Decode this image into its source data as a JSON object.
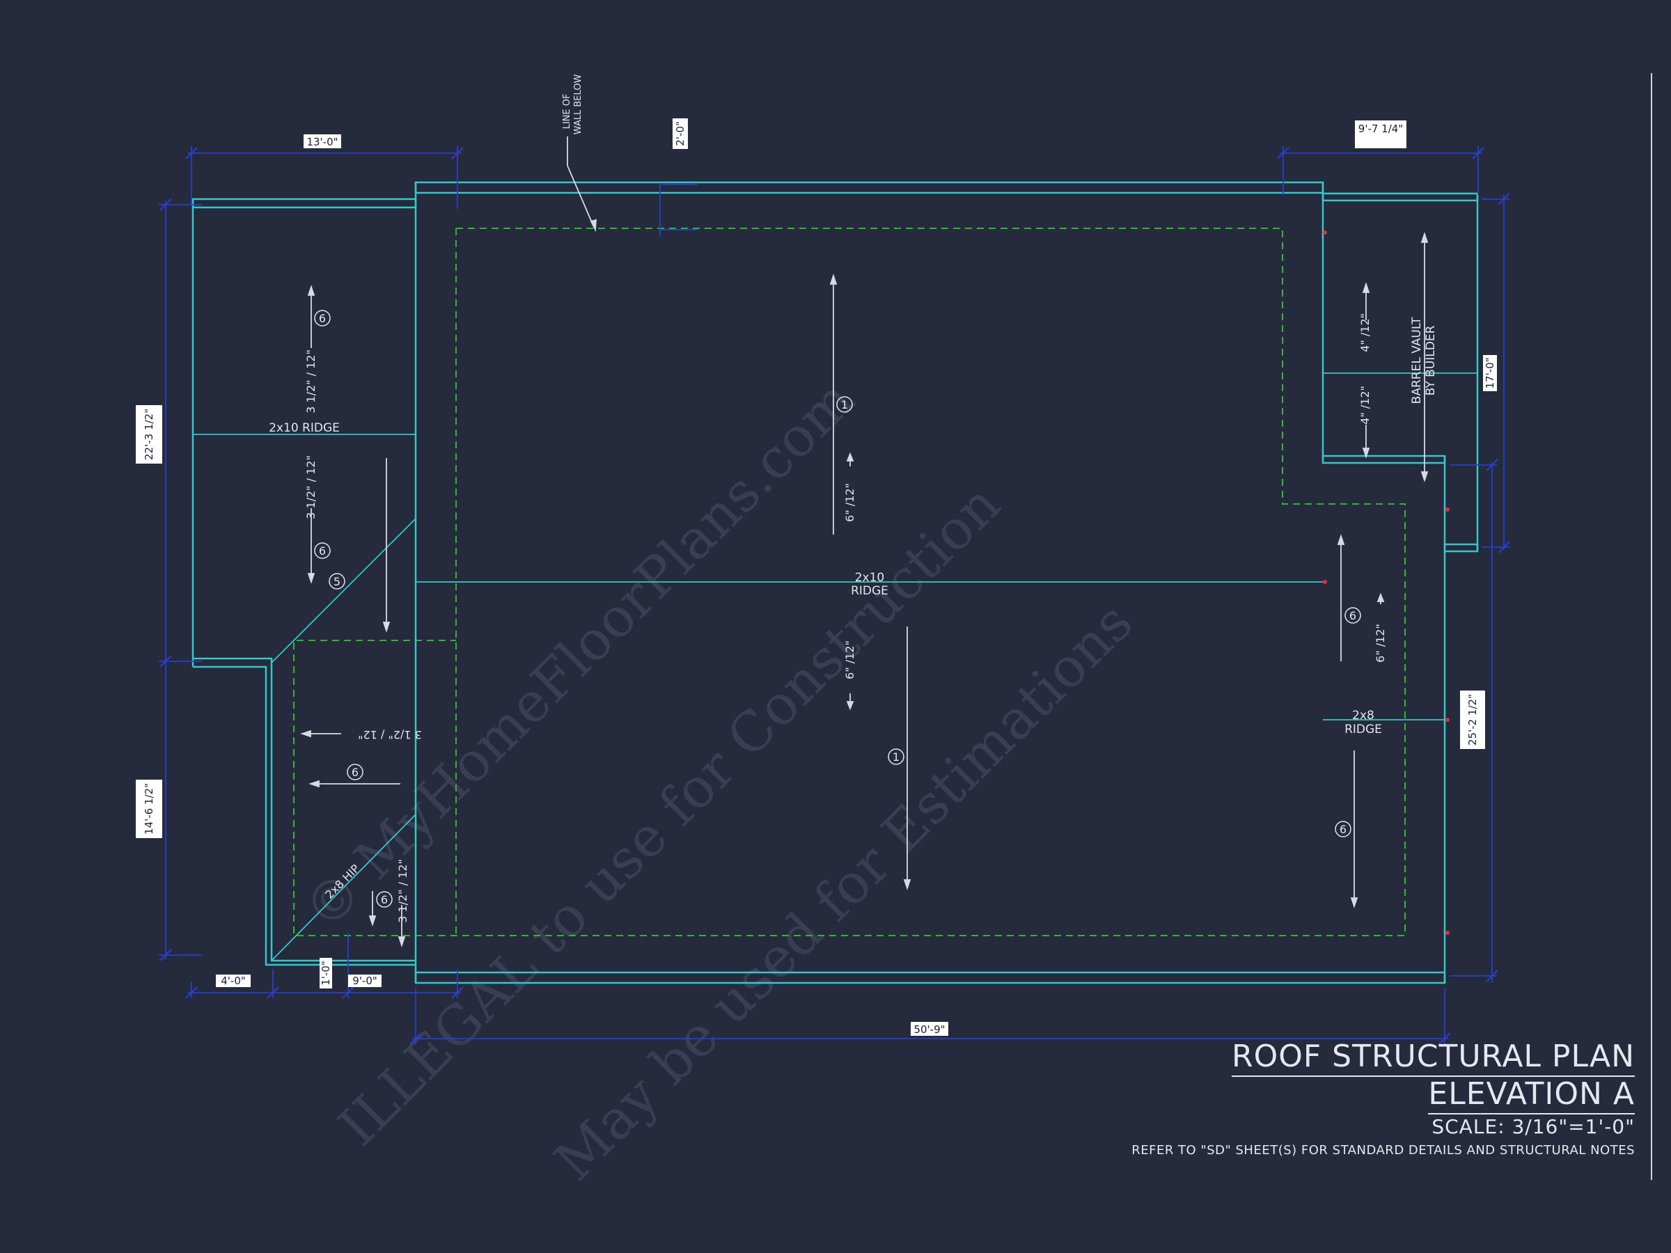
{
  "watermark": {
    "line1": "© MyHomeFloorPlans.com",
    "line2": "ILLEGAL to use for Construction",
    "line3": "May be used for Estimations"
  },
  "title_block": {
    "title": "ROOF STRUCTURAL PLAN",
    "elevation": "ELEVATION A",
    "scale": "SCALE: 3/16\"=1'-0\"",
    "note": "REFER TO \"SD\" SHEET(S) FOR STANDARD DETAILS AND STRUCTURAL NOTES"
  },
  "dimensions": {
    "top_left_width": "13'-0\"",
    "overhang": "2'-0\"",
    "top_right_width": "9'-7 1/4\"",
    "left_upper": "22'-3 1/2\"",
    "left_lower": "14'-6 1/2\"",
    "right_upper": "17'-0\"",
    "right_lower": "25'-2 1/2\"",
    "bottom_left": "4'-0\"",
    "bottom_small": "1'-0\"",
    "bottom_mid": "9'-0\"",
    "bottom_total": "50'-9\""
  },
  "labels": {
    "ridge_left": "2x10 RIDGE",
    "ridge_main_1": "2x10",
    "ridge_main_2": "RIDGE",
    "ridge_right_1": "2x8",
    "ridge_right_2": "RIDGE",
    "hip": "2x8 HIP",
    "barrel_1": "BARREL VAULT",
    "barrel_2": "BY BUILDER",
    "line_of_wall_1": "LINE OF",
    "line_of_wall_2": "WALL BELOW",
    "pitch_3_5": "3 1/2\" / 12\"",
    "pitch_6": "6\" /12\"",
    "pitch_4": "4\" /12\""
  },
  "callouts": [
    "1",
    "5",
    "6"
  ],
  "colors": {
    "background": "#252a3c",
    "roof_line": "#38c6c9",
    "dimension_line": "#2a3ec8",
    "wall_below": "#2db82d",
    "text": "#e3e6ee"
  }
}
